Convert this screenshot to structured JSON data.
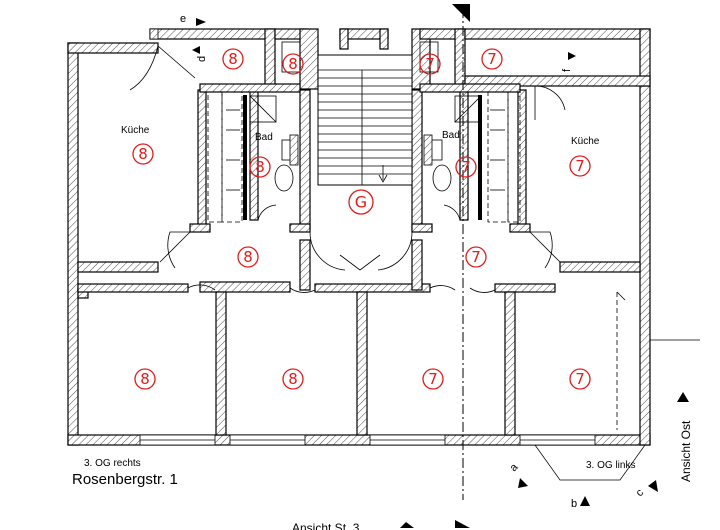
{
  "plan": {
    "address": "Rosenbergstr. 1",
    "floor_right_label": "3. OG rechts",
    "floor_left_label": "3. OG links",
    "elevation_east": "Ansicht Ost",
    "elevation_south_partial": "Ansicht St. 3",
    "room_labels": {
      "kitchen": "Küche",
      "bath": "Bad"
    },
    "unit_marks": {
      "unit8": "8",
      "unit7": "7",
      "stair": "G"
    },
    "section_marks": {
      "a": "a",
      "b": "b",
      "c": "c",
      "d": "d",
      "e": "e",
      "f": "f"
    }
  },
  "colors": {
    "unit_red": "#e31b1b",
    "line": "#000000",
    "background": "#ffffff"
  }
}
